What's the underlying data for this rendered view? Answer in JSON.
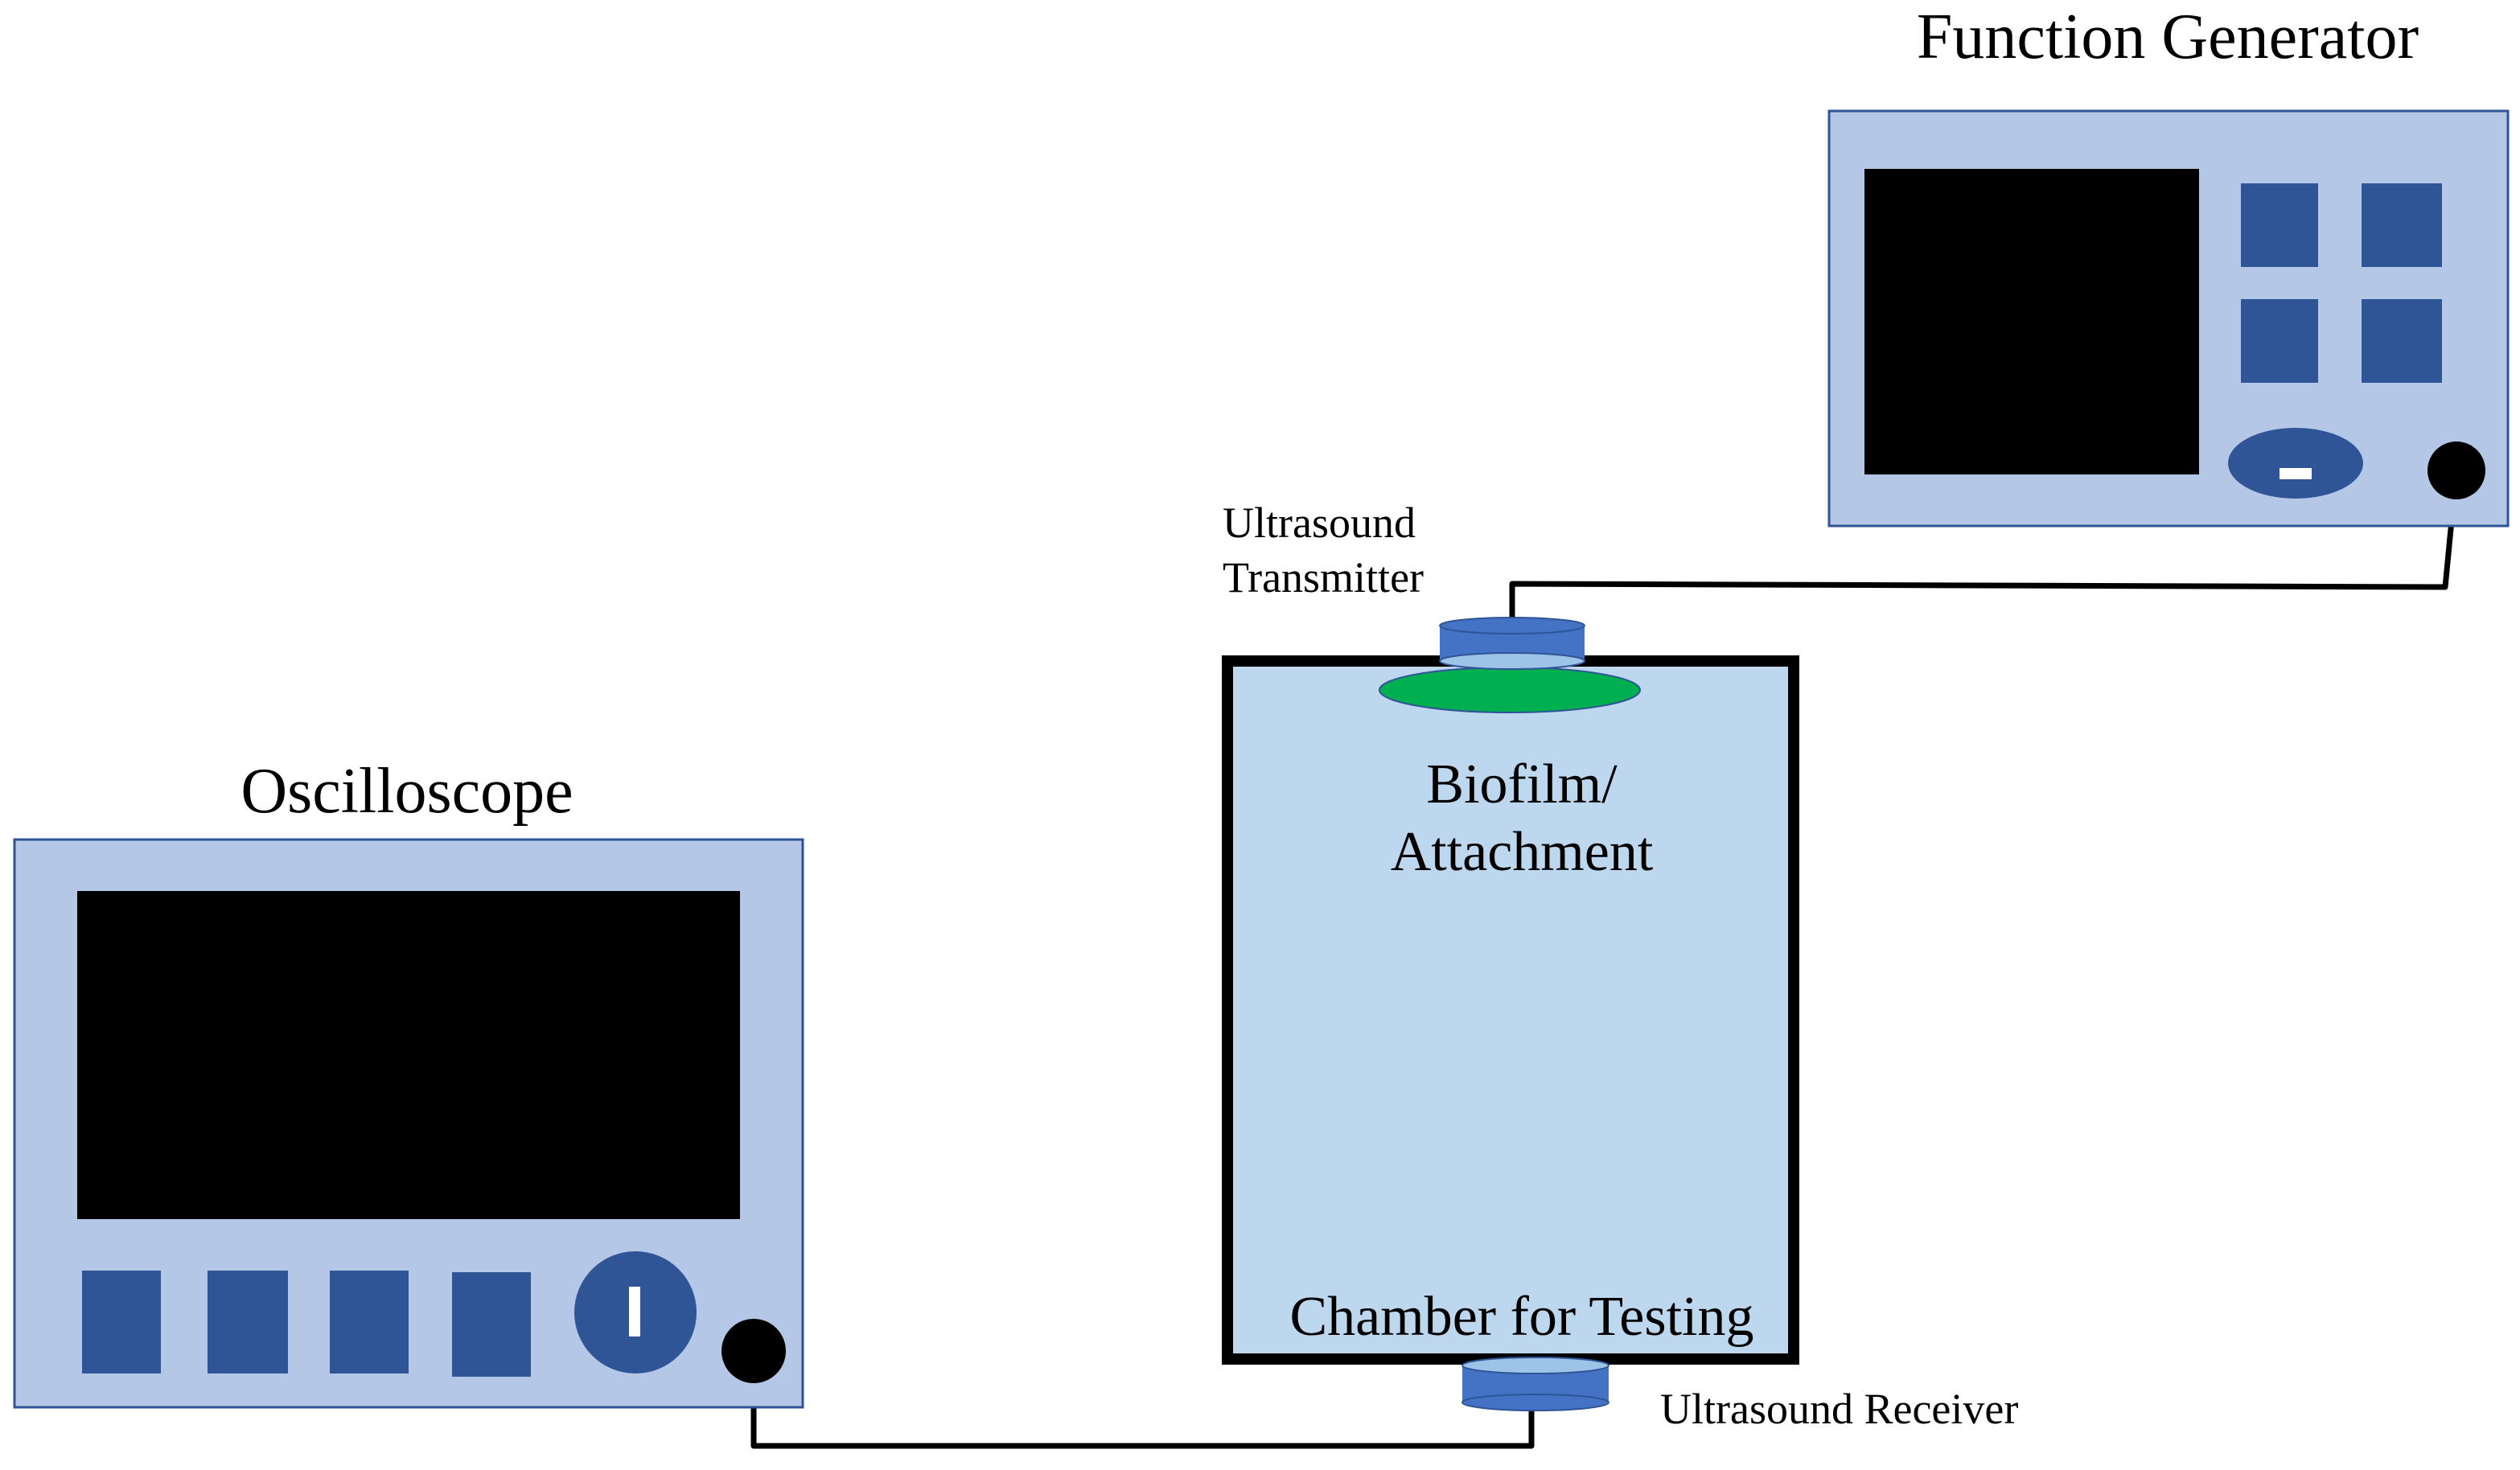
{
  "labels": {
    "function_generator": "Function Generator",
    "oscilloscope": "Oscilloscope",
    "transmitter_line1": "Ultrasound",
    "transmitter_line2": "Transmitter",
    "biofilm_line1": "Biofilm/",
    "biofilm_line2": "Attachment",
    "chamber": "Chamber for Testing",
    "receiver": "Ultrasound Receiver"
  },
  "colors": {
    "device_body": "#b4c7e7",
    "device_border": "#2f5597",
    "screen": "#000000",
    "button": "#2f5597",
    "chamber_fill": "#bdd7ee",
    "chamber_border": "#000000",
    "transducer": "#4472c4",
    "transducer_top": "#9dc3e6",
    "biofilm": "#00b050",
    "cable": "#000000"
  },
  "icons": {
    "oscilloscope_power": "power-button-icon",
    "function_generator_power": "power-button-icon",
    "connector": "connector-port-icon"
  }
}
